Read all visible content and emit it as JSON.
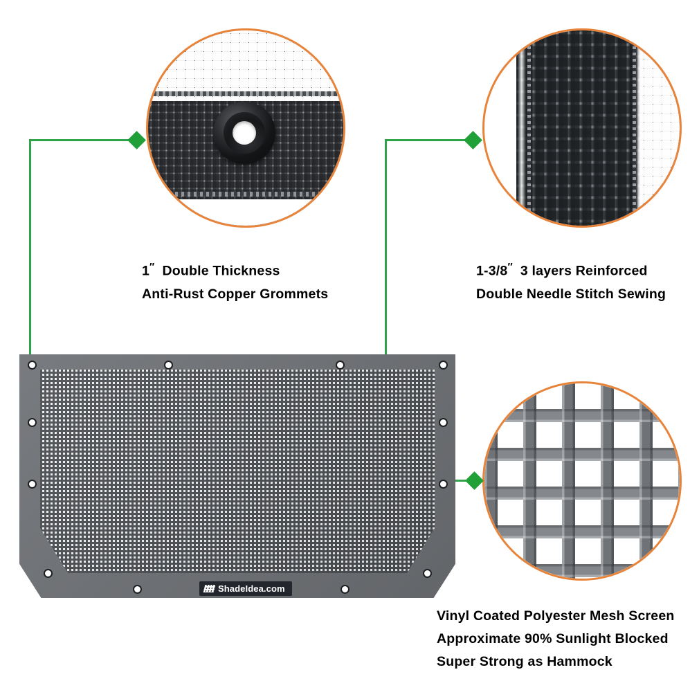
{
  "product": {
    "brand_label": "ShadeIdea.com",
    "brand_mark_icon": "mesh-grid-icon"
  },
  "callouts": [
    {
      "id": "grommet",
      "detail_icon": "grommet-closeup-icon",
      "caption_lines": [
        "1″  Double Thickness",
        "Anti-Rust Copper Grommets"
      ],
      "line1_prefix": "1",
      "line1_unit": "″",
      "line1_rest": "Double Thickness",
      "line2": "Anti-Rust Copper Grommets"
    },
    {
      "id": "stitching",
      "detail_icon": "stitch-closeup-icon",
      "caption_lines": [
        "1-3/8″  3 layers Reinforced",
        "Double Needle Stitch Sewing"
      ],
      "line1_prefix": "1-3/8",
      "line1_unit": "″",
      "line1_rest": "3 layers Reinforced",
      "line2": "Double Needle Stitch Sewing"
    },
    {
      "id": "fabric",
      "detail_icon": "mesh-weave-closeup-icon",
      "caption_lines": [
        "Vinyl Coated Polyester Mesh Screen",
        "Approximate 90% Sunlight Blocked",
        "Super Strong as Hammock"
      ],
      "line1": "Vinyl Coated Polyester Mesh Screen",
      "line2": "Approximate 90% Sunlight Blocked",
      "line3": "Super Strong as Hammock"
    }
  ],
  "colors": {
    "callout_border": "#E8833A",
    "leader_line": "#2FA34A",
    "diamond_marker": "#21A038",
    "panel_border": "#6E7175",
    "brand_background": "#24262E",
    "text": "#000000"
  }
}
